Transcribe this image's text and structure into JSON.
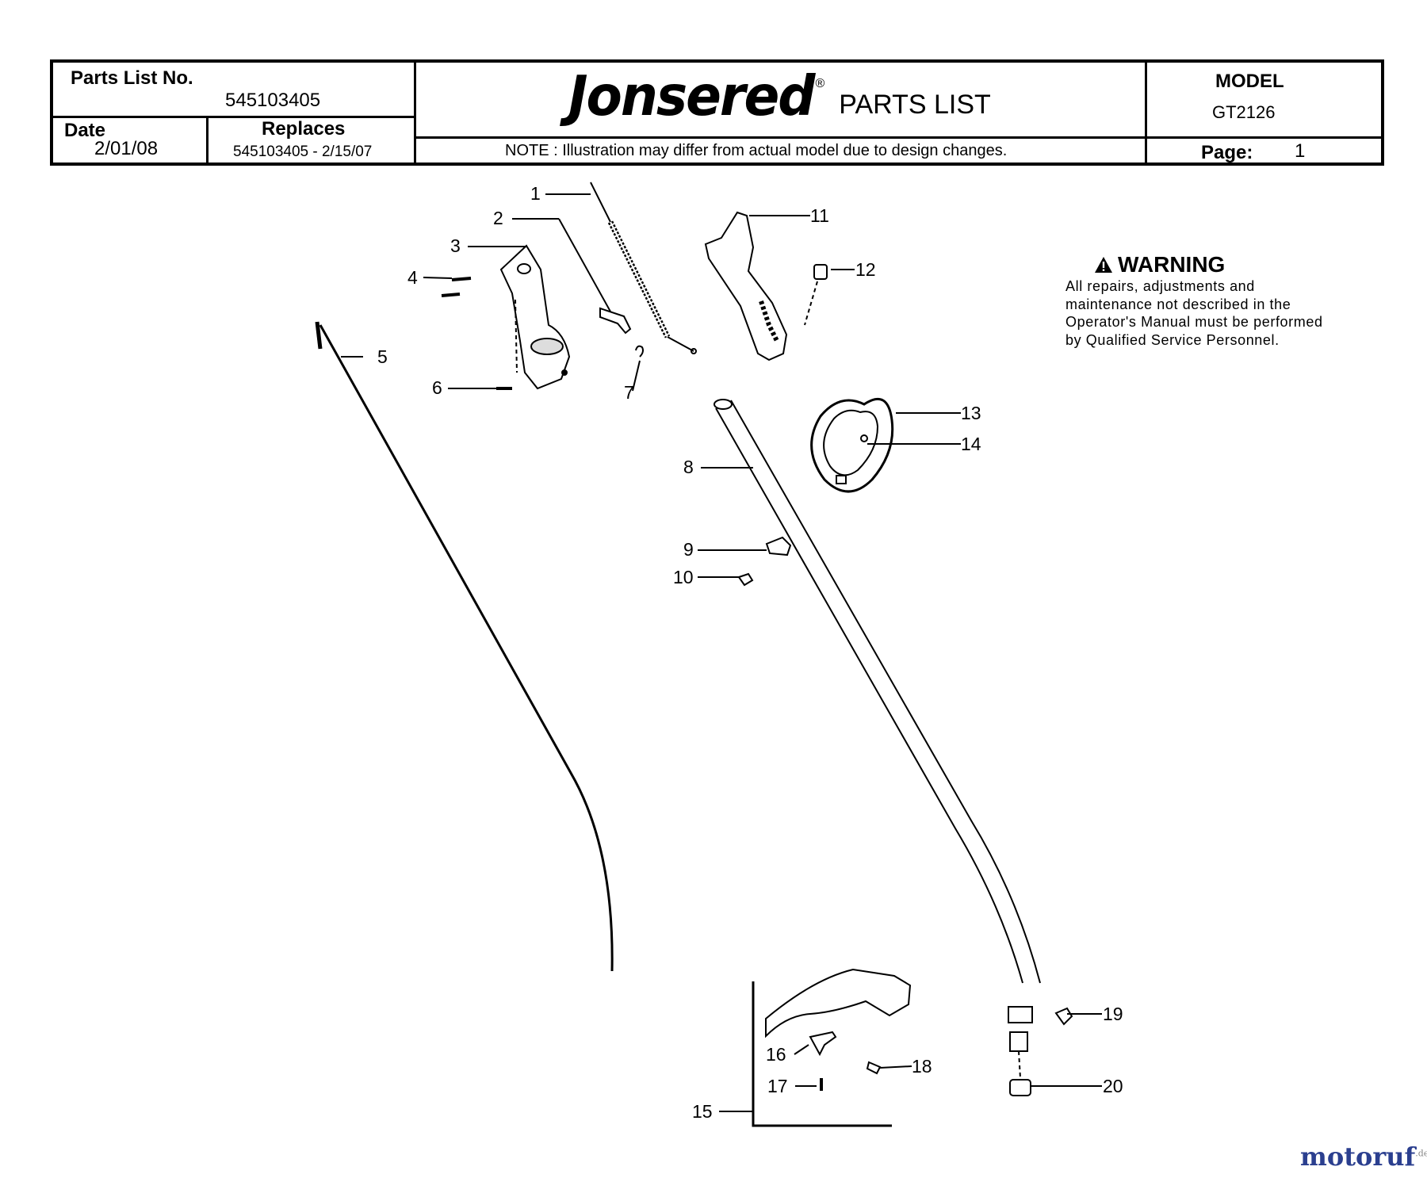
{
  "header": {
    "parts_list_no_label": "Parts List No.",
    "parts_list_no": "545103405",
    "date_label": "Date",
    "date": "2/01/08",
    "replaces_label": "Replaces",
    "replaces": "545103405 - 2/15/07",
    "brand": "Jonsered",
    "brand_mark": "®",
    "title": "PARTS LIST",
    "note": "NOTE : Illustration may differ from actual model due to design changes.",
    "model_label": "MODEL",
    "model": "GT2126",
    "page_label": "Page:",
    "page": "1"
  },
  "warning": {
    "title": "WARNING",
    "text": "All repairs, adjustments and maintenance not described in the Operator's Manual must be performed by Qualified Service Personnel."
  },
  "callouts": [
    "1",
    "2",
    "3",
    "4",
    "5",
    "6",
    "7",
    "8",
    "9",
    "10",
    "11",
    "12",
    "13",
    "14",
    "15",
    "16",
    "17",
    "18",
    "19",
    "20"
  ],
  "watermark": {
    "brand": "motoruf",
    "suffix": ".de"
  },
  "colors": {
    "ink": "#000000",
    "watermark_blue": "#2b3f8f",
    "watermark_red": "#c0312b"
  }
}
